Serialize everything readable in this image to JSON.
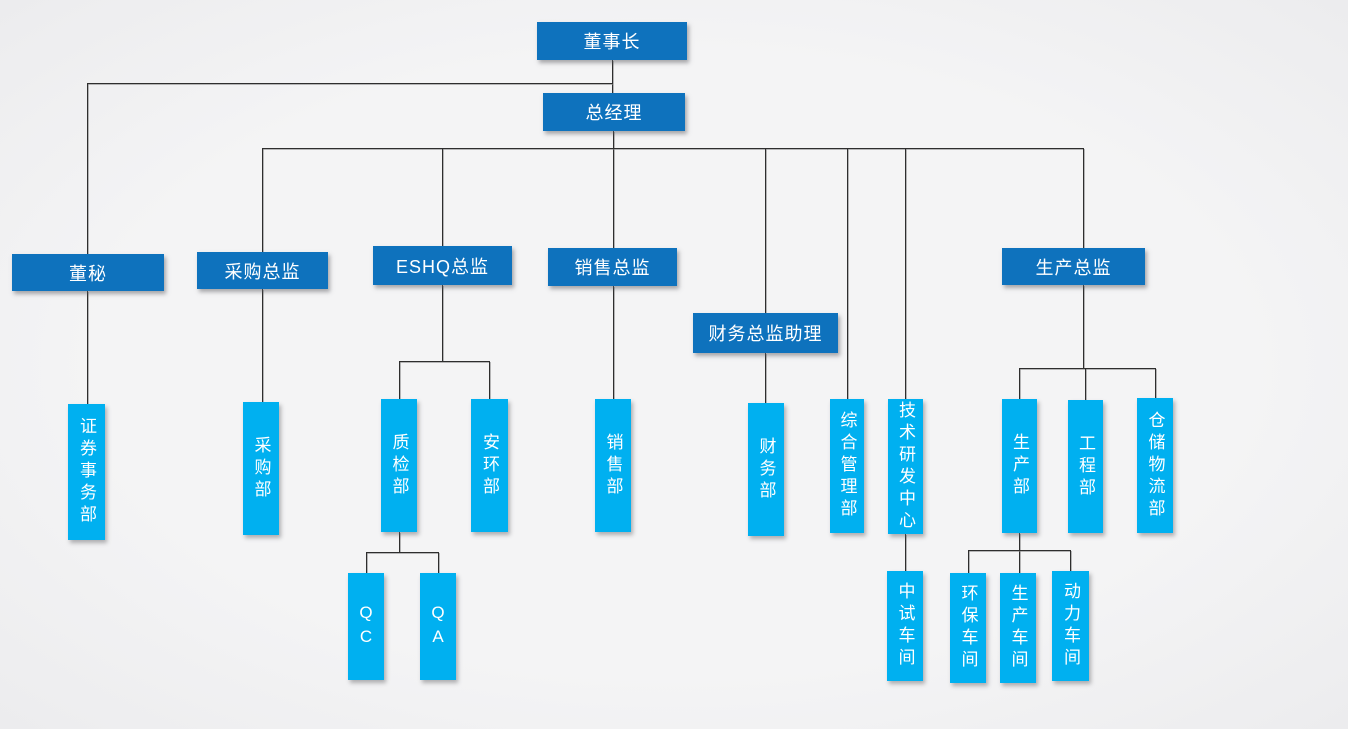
{
  "colors": {
    "background": "#f1f1f2",
    "primary_box": "#0e72bd",
    "secondary_box": "#00b0f0",
    "connector": "#2e2e2e",
    "box_text": "#ffffff"
  },
  "org_chart": {
    "nodes": [
      {
        "id": "chairman",
        "label": "董事长",
        "kind": "horizontal"
      },
      {
        "id": "general-manager",
        "label": "总经理",
        "kind": "horizontal"
      },
      {
        "id": "board-secretary",
        "label": "董秘",
        "kind": "horizontal"
      },
      {
        "id": "procurement-director",
        "label": "采购总监",
        "kind": "horizontal"
      },
      {
        "id": "eshq-director",
        "label": "ESHQ总监",
        "kind": "horizontal"
      },
      {
        "id": "sales-director",
        "label": "销售总监",
        "kind": "horizontal"
      },
      {
        "id": "finance-director-assistant",
        "label": "财务总监助理",
        "kind": "horizontal"
      },
      {
        "id": "production-director",
        "label": "生产总监",
        "kind": "horizontal"
      },
      {
        "id": "securities-affairs-dept",
        "label": "证券事务部",
        "kind": "vertical"
      },
      {
        "id": "procurement-dept",
        "label": "采购部",
        "kind": "vertical"
      },
      {
        "id": "quality-inspection-dept",
        "label": "质检部",
        "kind": "vertical"
      },
      {
        "id": "safety-environment-dept",
        "label": "安环部",
        "kind": "vertical"
      },
      {
        "id": "sales-dept",
        "label": "销售部",
        "kind": "vertical"
      },
      {
        "id": "finance-dept",
        "label": "财务部",
        "kind": "vertical"
      },
      {
        "id": "general-management-dept",
        "label": "综合管理部",
        "kind": "vertical"
      },
      {
        "id": "tech-rd-center",
        "label": "技术研发中心",
        "kind": "vertical"
      },
      {
        "id": "production-dept",
        "label": "生产部",
        "kind": "vertical"
      },
      {
        "id": "engineering-dept",
        "label": "工程部",
        "kind": "vertical"
      },
      {
        "id": "warehouse-logistics-dept",
        "label": "仓储物流部",
        "kind": "vertical"
      },
      {
        "id": "qc",
        "label": "QC",
        "kind": "vertical"
      },
      {
        "id": "qa",
        "label": "QA",
        "kind": "vertical"
      },
      {
        "id": "pilot-workshop",
        "label": "中试车间",
        "kind": "vertical"
      },
      {
        "id": "environmental-workshop",
        "label": "环保车间",
        "kind": "vertical"
      },
      {
        "id": "production-workshop",
        "label": "生产车间",
        "kind": "vertical"
      },
      {
        "id": "power-workshop",
        "label": "动力车间",
        "kind": "vertical"
      }
    ],
    "edges": [
      [
        "chairman",
        "general-manager"
      ],
      [
        "chairman",
        "board-secretary"
      ],
      [
        "general-manager",
        "procurement-director"
      ],
      [
        "general-manager",
        "eshq-director"
      ],
      [
        "general-manager",
        "sales-director"
      ],
      [
        "general-manager",
        "finance-director-assistant"
      ],
      [
        "general-manager",
        "general-management-dept"
      ],
      [
        "general-manager",
        "tech-rd-center"
      ],
      [
        "general-manager",
        "production-director"
      ],
      [
        "board-secretary",
        "securities-affairs-dept"
      ],
      [
        "procurement-director",
        "procurement-dept"
      ],
      [
        "eshq-director",
        "quality-inspection-dept"
      ],
      [
        "eshq-director",
        "safety-environment-dept"
      ],
      [
        "sales-director",
        "sales-dept"
      ],
      [
        "finance-director-assistant",
        "finance-dept"
      ],
      [
        "production-director",
        "production-dept"
      ],
      [
        "production-director",
        "engineering-dept"
      ],
      [
        "production-director",
        "warehouse-logistics-dept"
      ],
      [
        "quality-inspection-dept",
        "qc"
      ],
      [
        "quality-inspection-dept",
        "qa"
      ],
      [
        "tech-rd-center",
        "pilot-workshop"
      ],
      [
        "production-dept",
        "environmental-workshop"
      ],
      [
        "production-dept",
        "production-workshop"
      ],
      [
        "production-dept",
        "power-workshop"
      ]
    ]
  }
}
